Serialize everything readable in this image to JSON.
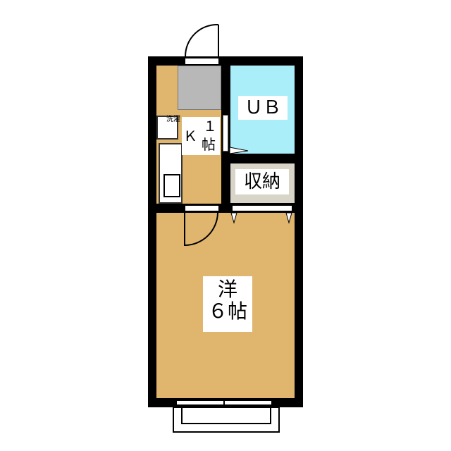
{
  "rooms": {
    "unit_bath": {
      "label": "ＵＢ"
    },
    "storage": {
      "label": "収納"
    },
    "kitchen": {
      "label_top": "１",
      "label_k": "Ｋ",
      "label_bottom": "帖"
    },
    "laundry": {
      "label": "洗濯"
    },
    "western_room": {
      "label_line1": "洋",
      "label_line2": "６帖"
    }
  },
  "colors": {
    "floor": "#e0b56e",
    "bath": "#aaeefa",
    "storage": "#d8d4c8",
    "entry": "#b8b8b8",
    "wall": "#000000"
  }
}
